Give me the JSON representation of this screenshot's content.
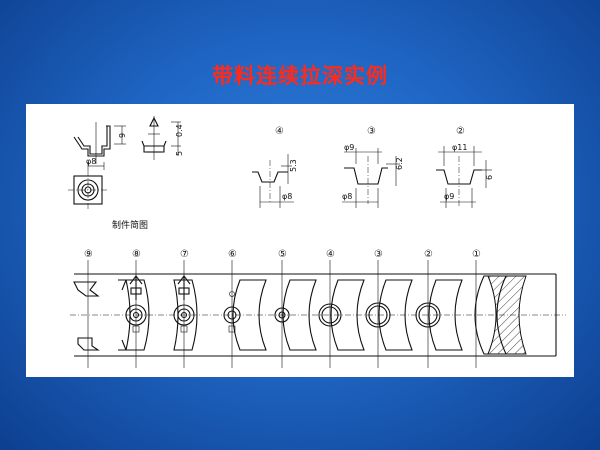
{
  "title": "带料连续拉深实例",
  "part": {
    "caption": "制件简图",
    "dim_height": "9",
    "dim_thickness": "0.4",
    "dim_depth": "5",
    "dim_dia": "φ8"
  },
  "steps": [
    {
      "marker": "④",
      "dim_top": "",
      "dim_height": "5.3",
      "dim_bottom": "φ8"
    },
    {
      "marker": "③",
      "dim_top": "φ9",
      "dim_height": "6.2",
      "dim_bottom": "φ8"
    },
    {
      "marker": "②",
      "dim_top": "φ11",
      "dim_height": "6",
      "dim_bottom": "φ9"
    }
  ],
  "strip": {
    "stations": [
      "⑨",
      "⑧",
      "⑦",
      "⑥",
      "⑤",
      "④",
      "③",
      "②",
      "①"
    ]
  }
}
